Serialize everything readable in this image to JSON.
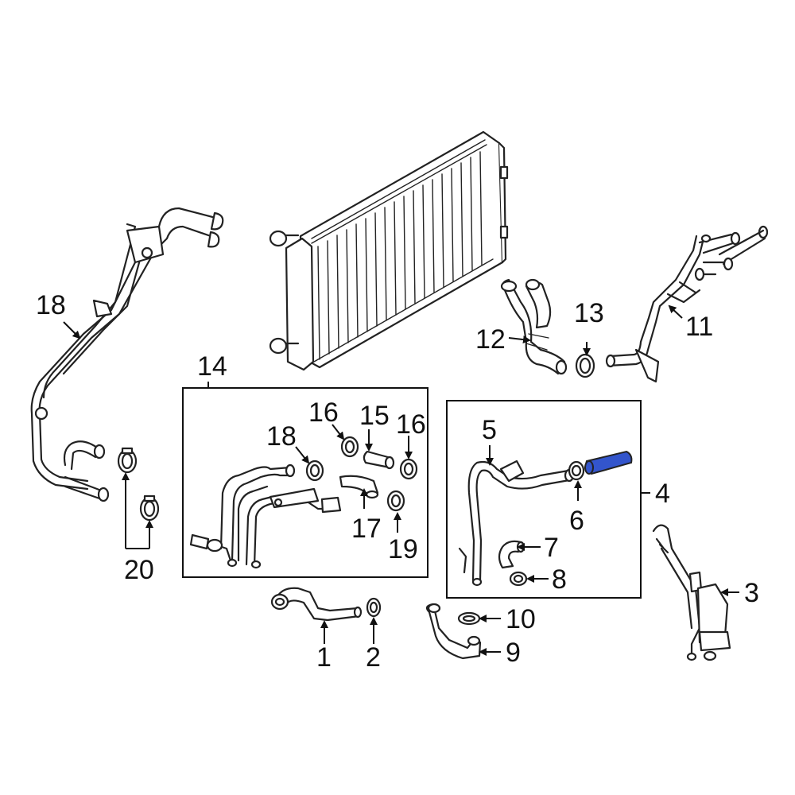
{
  "diagram": {
    "highlight_color": "#3355cc",
    "line_color": "#222222",
    "highlighted_part": "6-hose",
    "callouts": [
      {
        "id": "c1",
        "label": "1"
      },
      {
        "id": "c2",
        "label": "2"
      },
      {
        "id": "c3",
        "label": "3"
      },
      {
        "id": "c4",
        "label": "4"
      },
      {
        "id": "c5",
        "label": "5"
      },
      {
        "id": "c6",
        "label": "6"
      },
      {
        "id": "c7",
        "label": "7"
      },
      {
        "id": "c8",
        "label": "8"
      },
      {
        "id": "c9",
        "label": "9"
      },
      {
        "id": "c10",
        "label": "10"
      },
      {
        "id": "c11",
        "label": "11"
      },
      {
        "id": "c12",
        "label": "12"
      },
      {
        "id": "c13",
        "label": "13"
      },
      {
        "id": "c14",
        "label": "14"
      },
      {
        "id": "c15",
        "label": "15"
      },
      {
        "id": "c16a",
        "label": "16"
      },
      {
        "id": "c16b",
        "label": "16"
      },
      {
        "id": "c17",
        "label": "17"
      },
      {
        "id": "c18a",
        "label": "18"
      },
      {
        "id": "c18b",
        "label": "18"
      },
      {
        "id": "c19",
        "label": "19"
      },
      {
        "id": "c20",
        "label": "20"
      }
    ]
  }
}
